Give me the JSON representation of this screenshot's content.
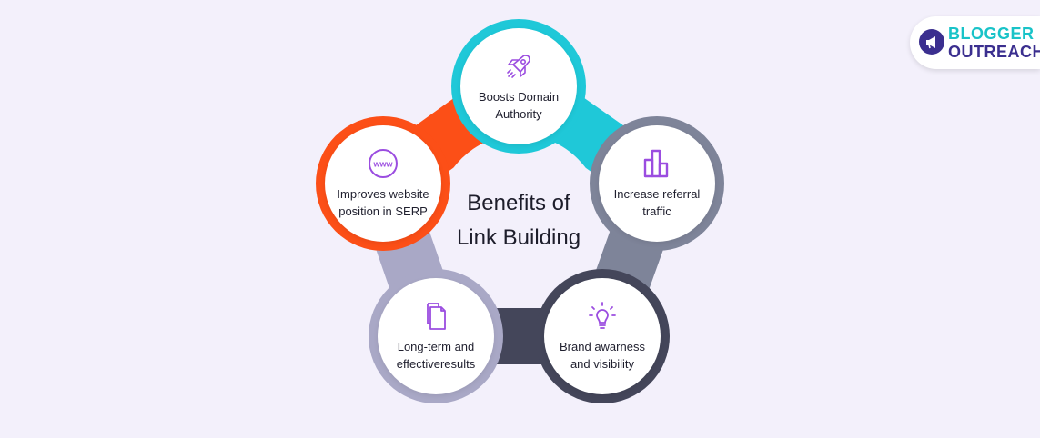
{
  "diagram": {
    "title_line1": "Benefits of",
    "title_line2": "Link Building",
    "nodes": [
      {
        "label": "Boosts Domain Authority",
        "icon": "rocket-icon",
        "ring_color": "#1fc8d8"
      },
      {
        "label": "Increase referral traffic",
        "icon": "bar-chart-icon",
        "ring_color": "#7e8499"
      },
      {
        "label": "Brand awarness and visibility",
        "icon": "lightbulb-icon",
        "ring_color": "#44465a"
      },
      {
        "label": "Long-term and effectiveresults",
        "icon": "documents-icon",
        "ring_color": "#a9a8c6"
      },
      {
        "label": "Improves website position in SERP",
        "icon": "www-icon",
        "ring_color": "#fc4f17"
      }
    ],
    "icon_color": "#9b4de0"
  },
  "logo": {
    "line1": "BLOGGER",
    "line2": "OUTREACH",
    "color1": "#19c3c8",
    "color2": "#3b2f8f"
  }
}
